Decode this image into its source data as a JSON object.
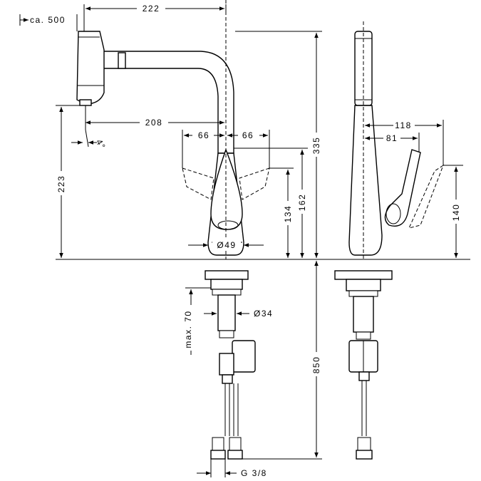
{
  "dimensions": {
    "pullout": "ca. 500",
    "spout_reach": "222",
    "outlet_reach": "208",
    "angle": "4°",
    "swivel_left": "66",
    "swivel_right": "66",
    "outlet_height": "223",
    "total_height": "335",
    "handle_height": "162",
    "lever_height": "134",
    "base_diameter": "Ø49",
    "shank_diameter": "Ø34",
    "max_depth": "max. 70",
    "hose_length": "850",
    "connection": "G 3/8",
    "side_handle_reach": "118",
    "side_body_reach": "81",
    "side_lever_height": "140"
  }
}
